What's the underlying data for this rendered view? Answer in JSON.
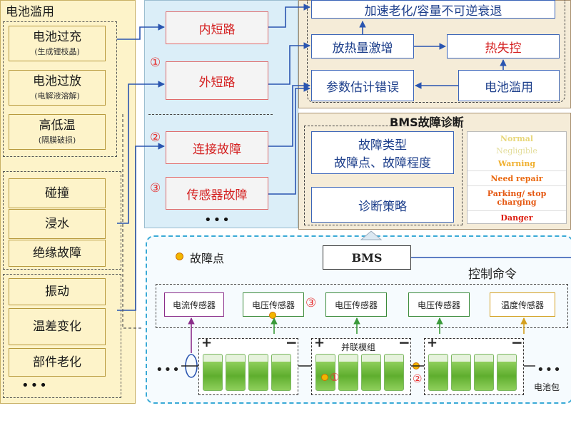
{
  "left": {
    "abuse": {
      "title": "电池滥用",
      "items": [
        {
          "title": "电池过充",
          "sub": "(生成锂枝晶)"
        },
        {
          "title": "电池过放",
          "sub": "(电解液溶解)"
        },
        {
          "title": "高低温",
          "sub": "(隔膜破损)"
        }
      ]
    },
    "external": [
      "碰撞",
      "浸水",
      "绝缘故障"
    ],
    "aging": [
      "振动",
      "温差变化",
      "部件老化"
    ],
    "ellipsis": "•••"
  },
  "faults": {
    "items": [
      "内短路",
      "外短路",
      "连接故障",
      "传感器故障"
    ],
    "markers": [
      "①",
      "②",
      "③"
    ],
    "ellipsis": "•••"
  },
  "effects": {
    "top": "加速老化/容量不可逆衰退",
    "heat": "放热量激增",
    "runaway": "热失控",
    "param": "参数估计错误",
    "abuse": "电池滥用"
  },
  "bms_diag": {
    "title": "BMS故障诊断",
    "type_line1": "故障类型",
    "type_line2": "故障点、故障程度",
    "strategy": "诊断策略",
    "levels": [
      "Normal",
      "Negligible",
      "Warning",
      "Need repair",
      "Parking/ stop charging",
      "Danger"
    ],
    "level_colors": [
      "#e8d77a",
      "#e3dd9c",
      "#f0b030",
      "#ea6a12",
      "#e55812",
      "#dd1e10"
    ]
  },
  "pack": {
    "fault_point_label": "故障点",
    "bms": "BMS",
    "control": "控制命令",
    "sensors": [
      "电流传感器",
      "电压传感器",
      "电压传感器",
      "电压传感器",
      "温度传感器"
    ],
    "sensor_marker": "③",
    "parallel_label": "并联模组",
    "cell_marker1": "①",
    "cell_marker2": "②",
    "pack_label": "电池包",
    "ellipsis_left": "•••",
    "ellipsis_right": "•••",
    "plus": "+",
    "minus": "−"
  }
}
